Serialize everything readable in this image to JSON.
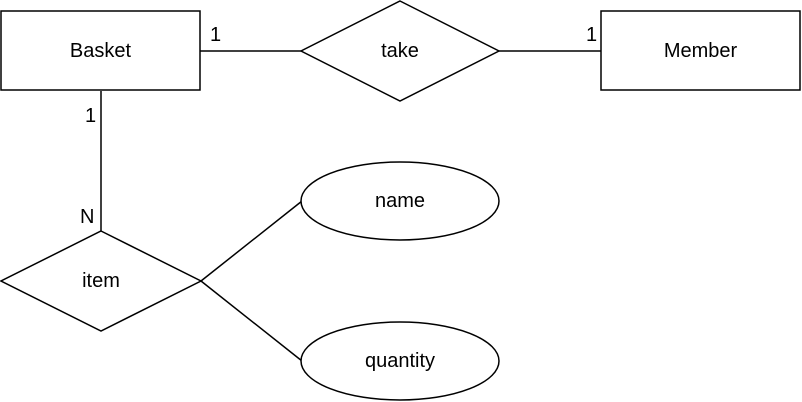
{
  "diagram": {
    "entities": {
      "basket": "Basket",
      "member": "Member"
    },
    "relationships": {
      "take": "take",
      "item": "item"
    },
    "attributes": {
      "name": "name",
      "quantity": "quantity"
    },
    "cardinalities": {
      "basket_take": "1",
      "take_member": "1",
      "basket_item": "1",
      "item_basket": "N"
    }
  }
}
